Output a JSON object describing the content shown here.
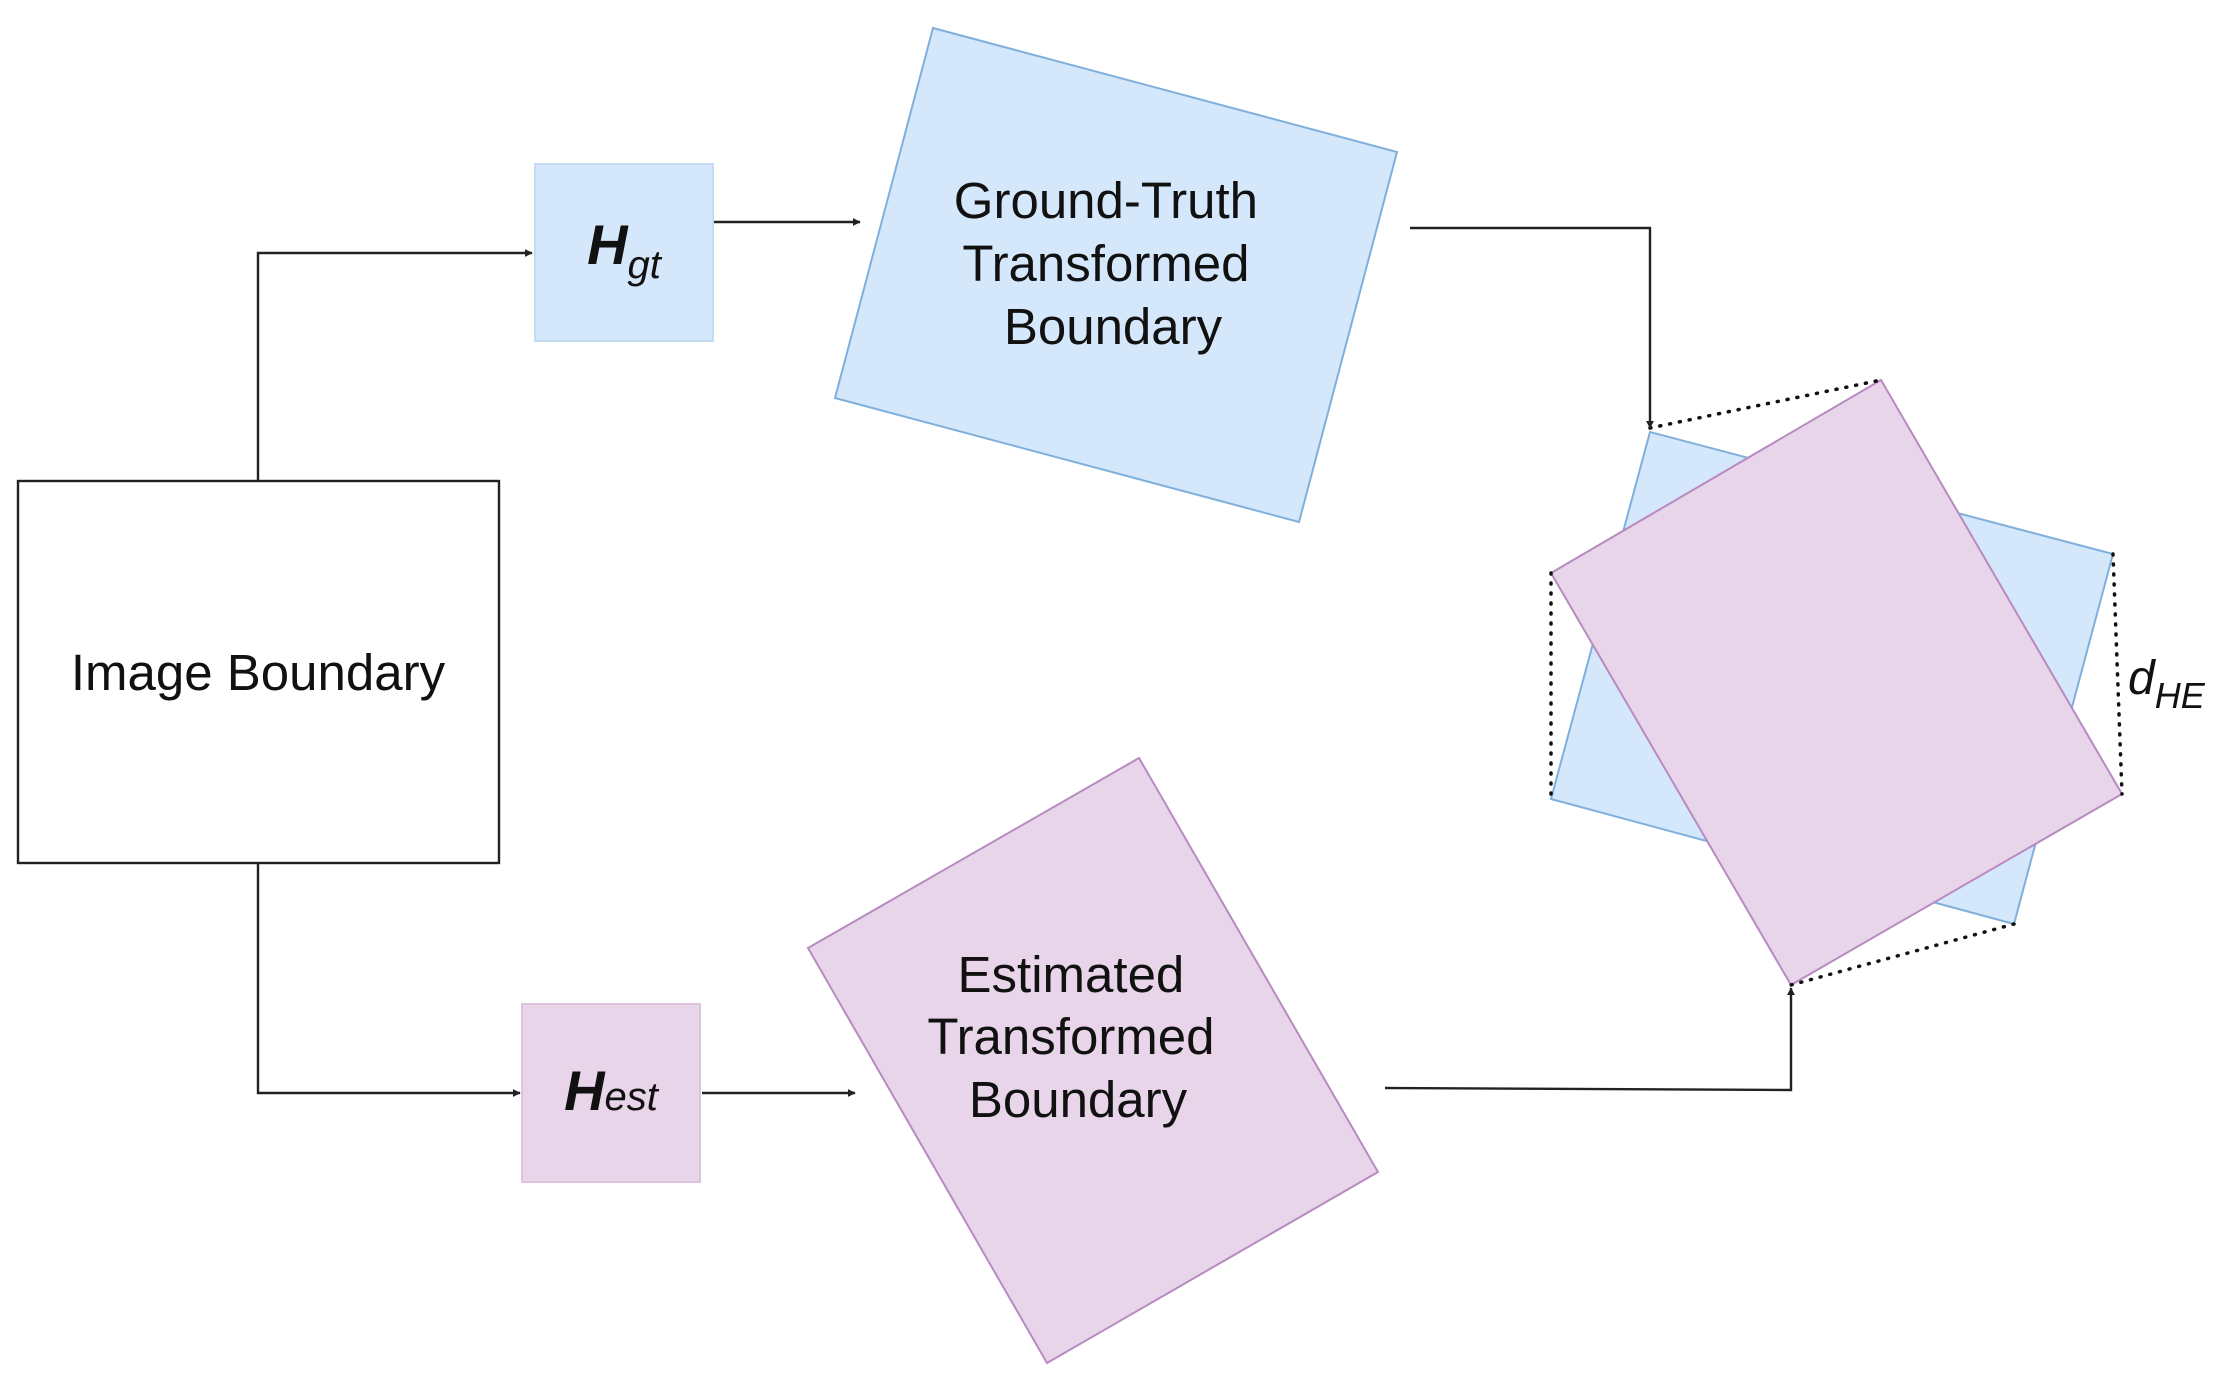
{
  "nodes": {
    "image_boundary": {
      "label": "Image Boundary"
    },
    "h_gt": {
      "symbol": "H",
      "subscript": "gt",
      "color": "#d5e8fb"
    },
    "h_est": {
      "symbol": "H",
      "subscript": "est",
      "color": "#e8d5ea"
    },
    "ground_truth": {
      "lines": [
        "Ground-Truth",
        "Transformed",
        "Boundary"
      ],
      "color": "#d5e8fb"
    },
    "estimated": {
      "lines": [
        "Estimated",
        "Transformed",
        "Boundary"
      ],
      "color": "#e8d5ea"
    }
  },
  "metric": {
    "symbol": "d",
    "subscript": "HE"
  },
  "colors": {
    "blue_fill": "#d5e8fb",
    "blue_stroke": "#7fb0dc",
    "purple_fill": "#e8d5ea",
    "purple_stroke": "#b98ac2",
    "line": "#222222"
  }
}
